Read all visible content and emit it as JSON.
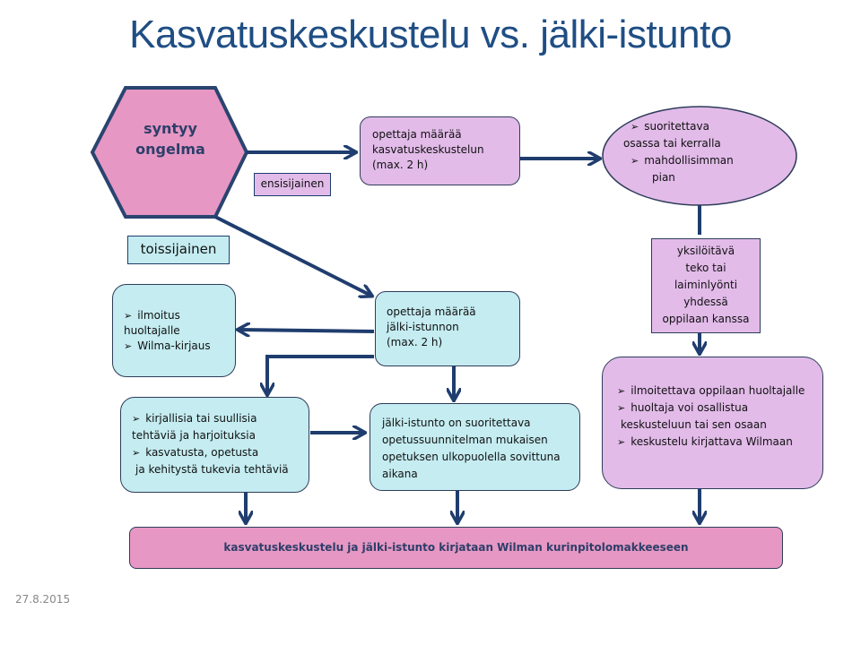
{
  "title": "Kasvatuskeskustelu vs. jälki-istunto",
  "colors": {
    "title": "#1f4e84",
    "arrow": "#1f3d6e",
    "lilac": "#e2bbe9",
    "cyan": "#c4ecf1",
    "pink": "#e797c3"
  },
  "start": {
    "lines": [
      "syntyy",
      "ongelma"
    ]
  },
  "labels": {
    "primary": "ensisijainen",
    "secondary": "toissijainen"
  },
  "primary_path": {
    "assign": [
      "opettaja määrää",
      "kasvatuskeskustelun",
      "(max. 2 h)"
    ],
    "timing": [
      "suoritettava",
      "osassa tai kerralla",
      "mahdollisimman",
      "pian"
    ],
    "individual": [
      "yksilöitävä",
      "teko tai",
      "laiminlyönti",
      "yhdessä",
      "oppilaan kanssa"
    ],
    "notes": [
      "ilmoitettava oppilaan huoltajalle",
      "huoltaja voi osallistua",
      "keskusteluun tai sen osaan",
      "keskustelu kirjattava Wilmaan"
    ]
  },
  "secondary_path": {
    "assign": [
      "opettaja määrää",
      "jälki-istunnon",
      "(max. 2 h)"
    ],
    "notify": [
      "ilmoitus",
      "huoltajalle",
      "Wilma-kirjaus"
    ],
    "tasks": [
      "kirjallisia tai suullisia",
      "tehtäviä ja harjoituksia",
      "kasvatusta, opetusta",
      "ja kehitystä tukevia tehtäviä"
    ],
    "timing": [
      "jälki-istunto on suoritettava",
      "opetussuunnitelman mukaisen",
      "opetuksen ulkopuolella sovittuna",
      "aikana"
    ]
  },
  "footer_box": "kasvatuskeskustelu ja jälki-istunto kirjataan Wilman kurinpitolomakkeeseen",
  "date": "27.8.2015"
}
